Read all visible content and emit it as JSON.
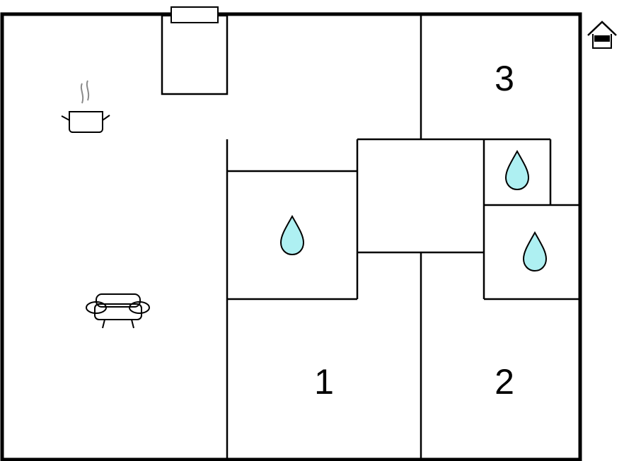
{
  "floor_plan": {
    "rooms": [
      {
        "id": "bedroom-1",
        "number": "1"
      },
      {
        "id": "bedroom-2",
        "number": "2"
      },
      {
        "id": "bedroom-3",
        "number": "3"
      }
    ],
    "icons": {
      "kitchen": "cooking-pot-icon",
      "living": "sofa-icon",
      "bathrooms": "water-drop-icon",
      "entrance": "house-entrance-icon"
    },
    "colors": {
      "walls": "#000000",
      "water_drop": "#aef0f2",
      "steam": "#8a8a8a",
      "background": "#ffffff"
    }
  }
}
